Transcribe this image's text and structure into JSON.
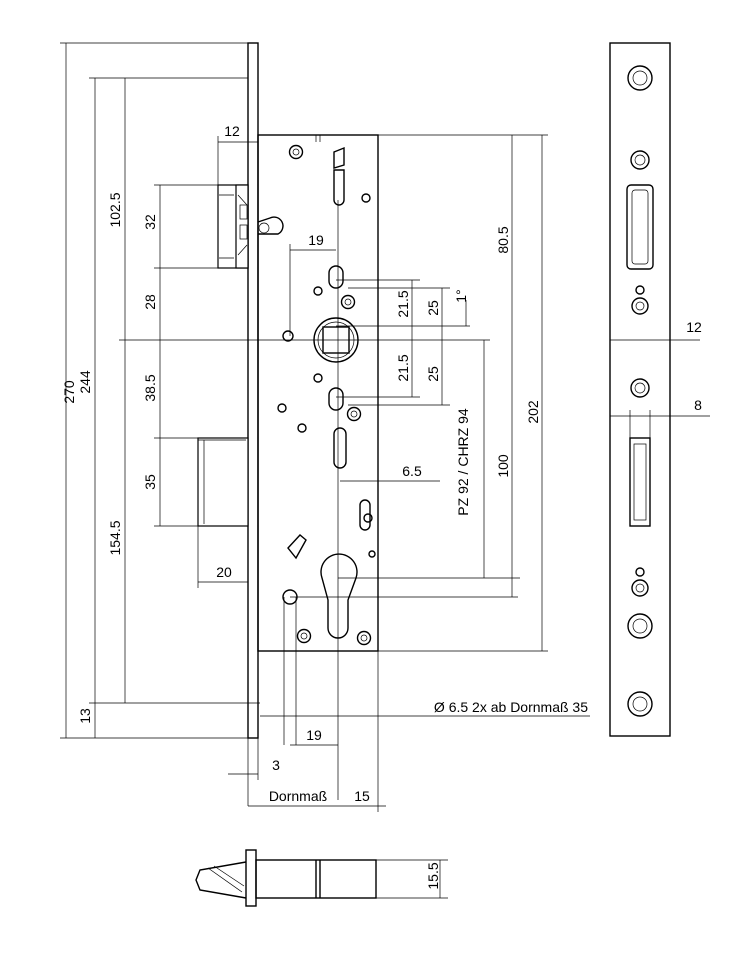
{
  "dimensions": {
    "d270": "270",
    "d244": "244",
    "d102_5": "102.5",
    "d12_top": "12",
    "d32": "32",
    "d28": "28",
    "d38_5": "38.5",
    "d35": "35",
    "d154_5": "154.5",
    "d13": "13",
    "d20": "20",
    "d19_top": "19",
    "d19_bottom": "19",
    "d21_5_upper": "21.5",
    "d21_5_lower": "21.5",
    "d25_upper": "25",
    "d25_lower": "25",
    "angle": "1°",
    "d80_5": "80.5",
    "d202": "202",
    "d100": "100",
    "d6_5": "6.5",
    "pz": "PZ 92 / CHRZ 94",
    "d3": "3",
    "dornmass": "Dornmaß",
    "d15": "15",
    "d15_5": "15.5",
    "d12_side": "12",
    "d8": "8"
  },
  "notes": {
    "screw_hole": "Ø 6.5  2x ab Dornmaß 35"
  }
}
